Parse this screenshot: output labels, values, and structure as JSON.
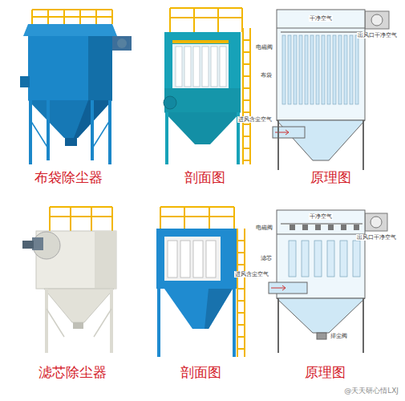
{
  "diagram": {
    "labels": [
      "布袋除尘器",
      "剖面图",
      "原理图",
      "滤芯除尘器",
      "剖面图",
      "原理图",
      "干净空气",
      "出风口干净空气",
      "电磁阀",
      "布袋",
      "进风含尘空气",
      "出风口干净空气",
      "干净空气",
      "电磁阀",
      "滤芯",
      "进风含尘空气",
      "排尘阀",
      "@天天研心情LXJ"
    ]
  }
}
